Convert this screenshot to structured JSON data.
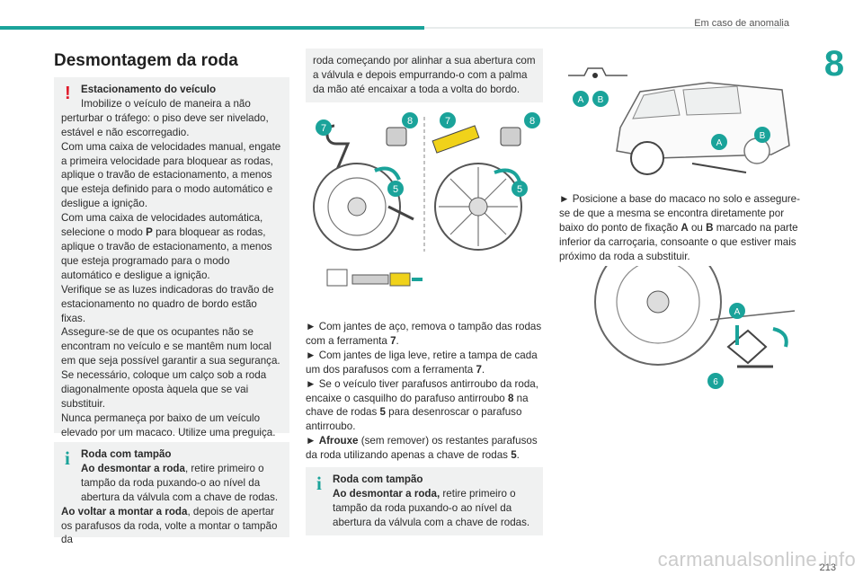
{
  "header": {
    "section": "Em caso de anomalia",
    "chapter": "8"
  },
  "page": {
    "number": "213",
    "watermark": "carmanualsonline.info"
  },
  "title": "Desmontagem da roda",
  "warning": {
    "title": "Estacionamento do veículo",
    "first": "Imobilize o veículo de maneira a não",
    "rest": "perturbar o tráfego: o piso deve ser nivelado, estável e não escorregadio.",
    "p2": "Com uma caixa de velocidades manual, engate a primeira velocidade para bloquear as rodas, aplique o travão de estacionamento, a menos que esteja definido para o modo automático e desligue a ignição.",
    "p3a": "Com uma caixa de velocidades automática, selecione o modo ",
    "p3b": "P",
    "p3c": " para bloquear as rodas, aplique o travão de estacionamento, a menos que esteja programado para o modo automático e desligue a ignição.",
    "p4": "Verifique se as luzes indicadoras do travão de estacionamento no quadro de bordo estão fixas.",
    "p5": "Assegure-se de que os ocupantes não se encontram no veículo e se mantêm num local em que seja possível garantir a sua segurança.",
    "p6": "Se necessário, coloque um calço sob a roda diagonalmente oposta àquela que se vai substituir.",
    "p7": "Nunca permaneça por baixo de um veículo elevado por um macaco. Utilize uma preguiça."
  },
  "info1": {
    "title": "Roda com tampão",
    "l1b": "Ao desmontar a roda",
    "l1": ", retire primeiro o tampão da roda puxando-o ao nível da abertura da válvula com a chave de rodas.",
    "l2b": "Ao voltar a montar a roda",
    "l2": ", depois de apertar os parafusos da roda, volte a montar o tampão da"
  },
  "cont": "roda começando por alinhar a sua abertura com a válvula e depois empurrando-o com a palma da mão até encaixar a toda a volta do bordo.",
  "steps": {
    "s1a": "► Com jantes de aço, remova o tampão das rodas com a ferramenta ",
    "s1b": "7",
    "s1c": ".",
    "s2a": "► Com jantes de liga leve, retire a tampa de cada um dos parafusos com a ferramenta ",
    "s2b": "7",
    "s2c": ".",
    "s3a": "► Se o veículo tiver parafusos antirroubo da roda, encaixe o casquilho do parafuso antirroubo ",
    "s3b": "8",
    "s3c": " na chave de rodas ",
    "s3d": "5",
    "s3e": " para desenroscar o parafuso antirroubo.",
    "s4a": "► ",
    "s4b": "Afrouxe",
    "s4c": " (sem remover) os restantes parafusos da roda utilizando apenas a chave de rodas ",
    "s4d": "5",
    "s4e": "."
  },
  "info2": {
    "title": "Roda com tampão",
    "l1b": "Ao desmontar a roda,",
    "l1": " retire primeiro o tampão da roda puxando-o ao nível da abertura da válvula com a chave de rodas."
  },
  "jack": {
    "a": "► Posicione a base do macaco no solo e assegure-se de que a mesma se encontra diretamente por baixo do ponto de fixação ",
    "b": "A",
    "c": " ou ",
    "d": "B",
    "e": " marcado na parte inferior da carroçaria, consoante o que estiver mais próximo da roda a substituir."
  },
  "callouts": {
    "n7": "7",
    "n8": "8",
    "n5": "5",
    "n6": "6",
    "a": "A",
    "b": "B"
  },
  "colors": {
    "accent": "#1aa39a",
    "warning": "#e01a2a",
    "box": "#f0f1f1",
    "tool": "#f0d21a"
  }
}
